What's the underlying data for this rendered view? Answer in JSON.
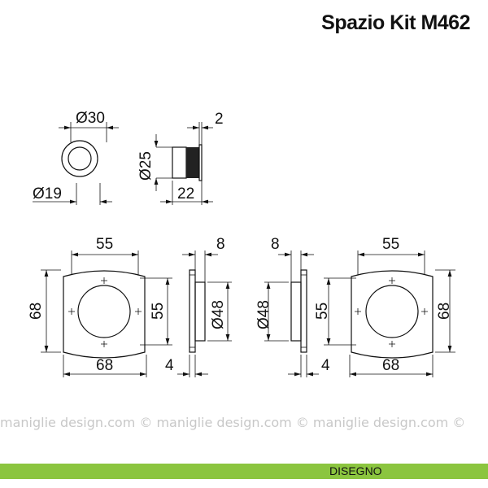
{
  "title": "Spazio Kit M462",
  "watermark": "maniglie design.com © maniglie design.com © maniglie design.com ©",
  "rosette_dims": {
    "outer_diameter": "Ø30",
    "inner_diameter": "Ø19",
    "cylinder_diameter": "Ø25",
    "length": "22",
    "flange": "2"
  },
  "left_plate_dims": {
    "hole_spacing_h": "55",
    "height": "68",
    "hole_spacing_v": "55",
    "width": "68",
    "thickness": "4",
    "boss": "8",
    "boss_diameter": "Ø48"
  },
  "right_plate_dims": {
    "hole_spacing_h": "55",
    "height": "68",
    "hole_spacing_v": "55",
    "width": "68",
    "thickness": "4",
    "boss": "8",
    "boss_diameter": "Ø48"
  },
  "footer": {
    "label": "DISEGNO",
    "color": "#8bc53f"
  }
}
